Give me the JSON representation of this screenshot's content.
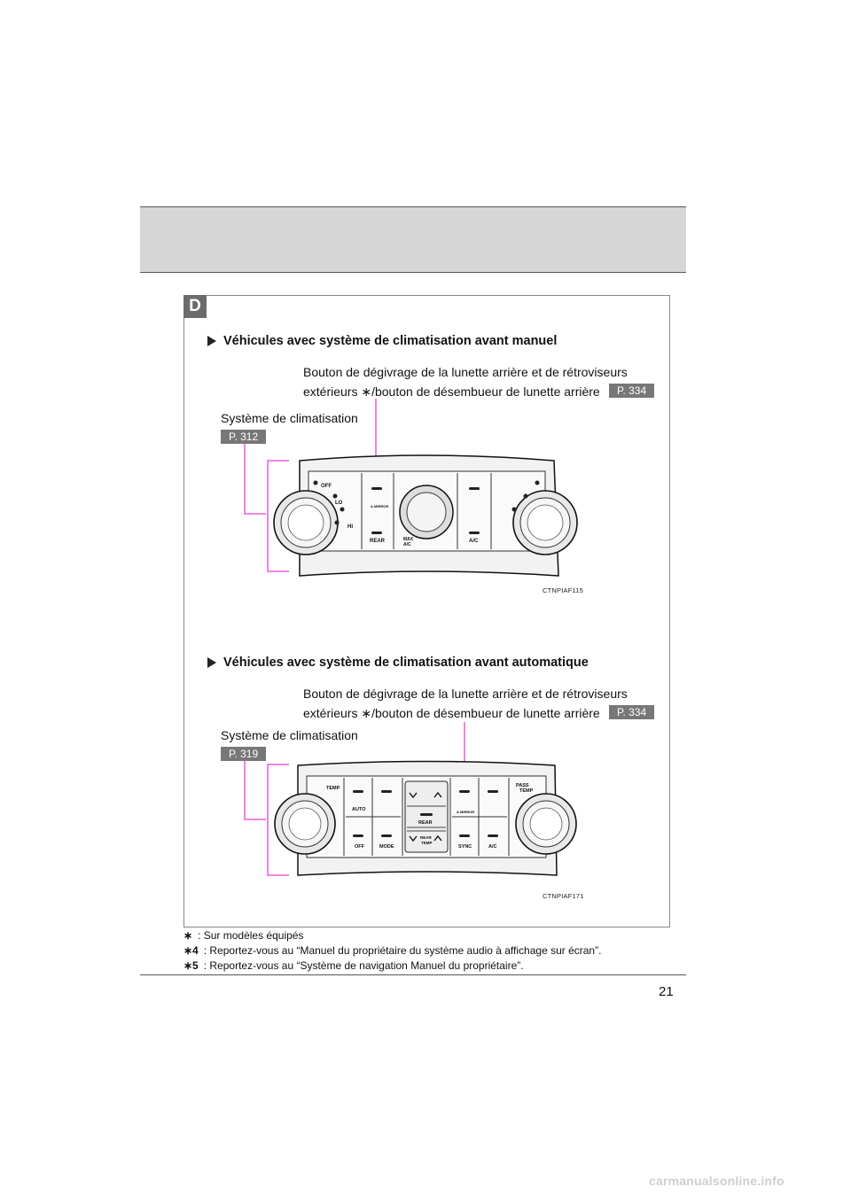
{
  "section_letter": "D",
  "manual": {
    "heading": "Véhicules avec système de climatisation avant manuel",
    "defog_line1": "Bouton de dégivrage de la lunette arrière et de rétroviseurs",
    "defog_line2": "extérieurs ∗/bouton de désembueur de lunette arrière",
    "defog_ref": "P. 334",
    "ac_label": "Système de climatisation",
    "ac_ref": "P. 312",
    "image_code": "CTNPIAF115",
    "panel_labels": {
      "off": "OFF",
      "lo": "LO",
      "hi": "HI",
      "mirror": "& MIRROR",
      "rear": "REAR",
      "max": "MAX",
      "ac_small": "A/C",
      "ac": "A/C"
    }
  },
  "automatic": {
    "heading": "Véhicules avec système de climatisation avant automatique",
    "defog_line1": "Bouton de dégivrage de la lunette arrière et de rétroviseurs",
    "defog_line2": "extérieurs ∗/bouton de désembueur de lunette arrière",
    "defog_ref": "P. 334",
    "ac_label": "Système de climatisation",
    "ac_ref": "P. 319",
    "image_code": "CTNPIAF171",
    "panel_labels": {
      "temp": "TEMP",
      "pass": "PASS",
      "pass_temp": "TEMP",
      "auto": "AUTO",
      "off": "OFF",
      "mode": "MODE",
      "rear": "REAR",
      "rear_temp1": "REAR",
      "rear_temp2": "TEMP",
      "mirror": "& MIRROR",
      "sync": "SYNC",
      "ac": "A/C"
    }
  },
  "footnotes": {
    "f1_mark": "∗",
    "f1": ": Sur modèles équipés",
    "f2_mark": "∗4",
    "f2": ":  Reportez-vous au “Manuel du propriétaire du système audio à affichage sur écran”.",
    "f3_mark": "∗5",
    "f3": ":  Reportez-vous au “Système de navigation Manuel du propriétaire”."
  },
  "page_number": "21",
  "watermark": "carmanualsonline.info",
  "colors": {
    "callout": "#e83fd0",
    "ref_box": "#777777",
    "header_band": "#d6d6d6"
  }
}
